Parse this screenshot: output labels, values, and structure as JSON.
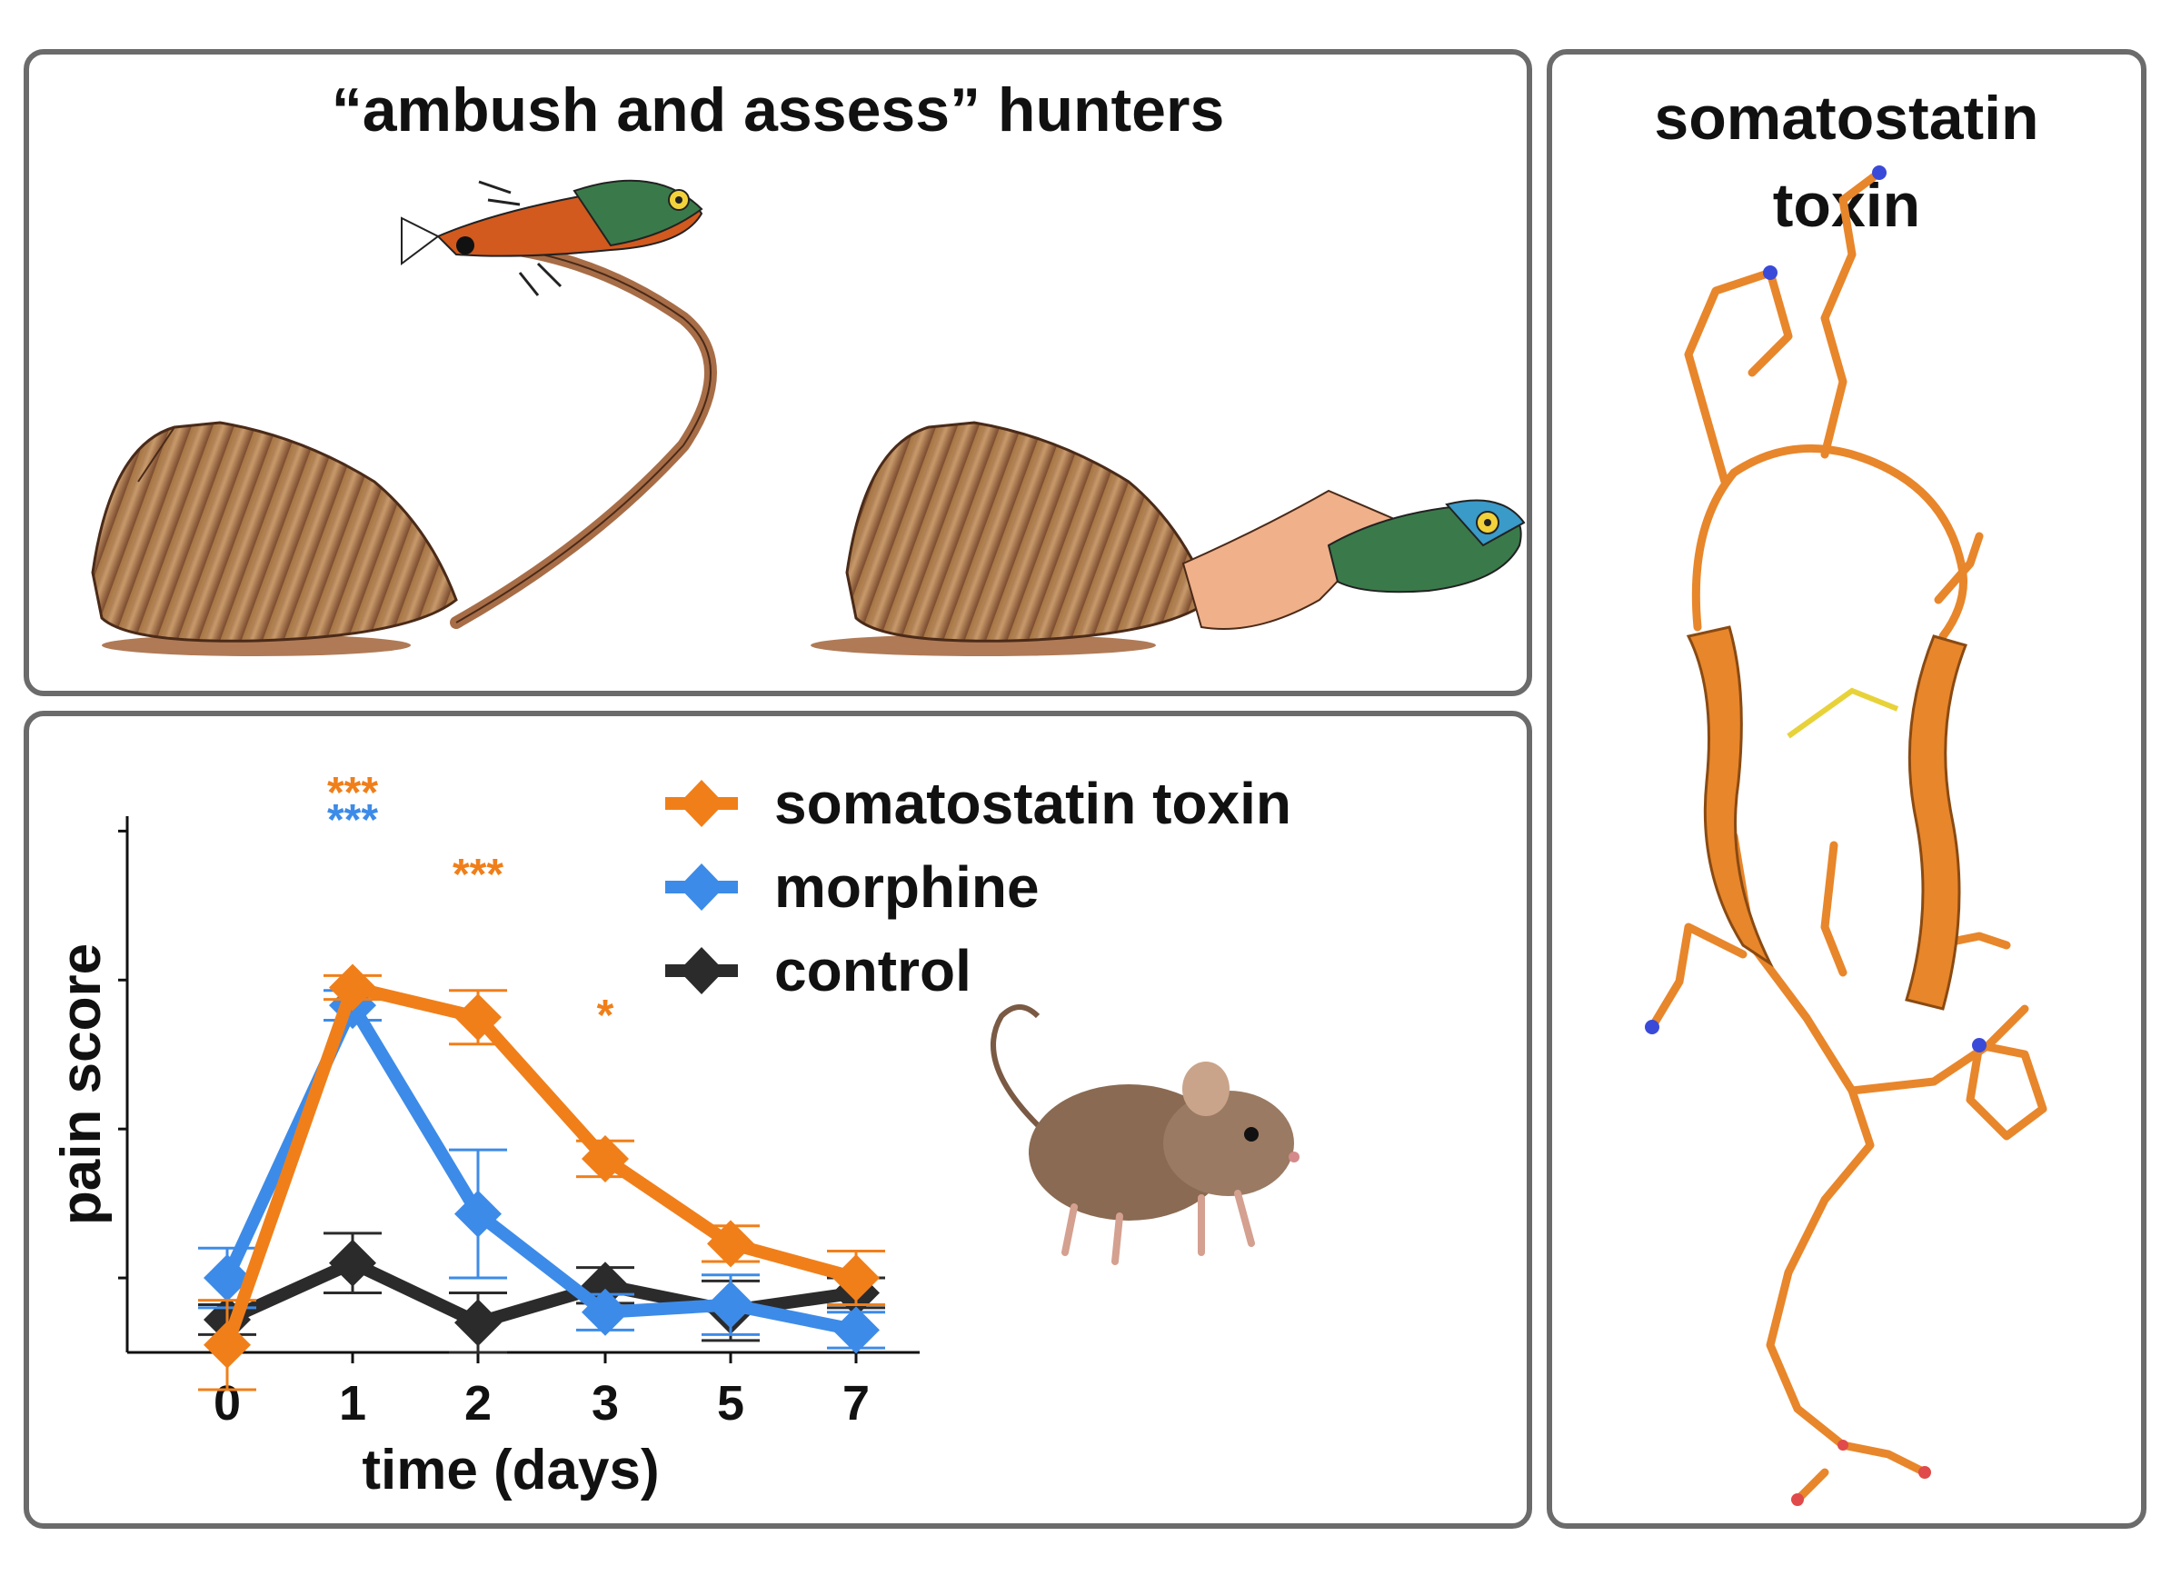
{
  "hunters_panel": {
    "title": "“ambush and assess” hunters"
  },
  "toxin_panel": {
    "title_line1": "somatostatin",
    "title_line2": "toxin"
  },
  "colors": {
    "toxin": "#f07f1a",
    "morphine": "#3d8be8",
    "control": "#2b2b2b",
    "ribbon": "#e8862b",
    "panel_border": "#6b6b6b"
  },
  "chart_data": {
    "type": "line",
    "xlabel": "time (days)",
    "ylabel": "pain score",
    "categories": [
      "0",
      "1",
      "2",
      "3",
      "5",
      "7"
    ],
    "ylim": [
      0,
      3.6
    ],
    "series": [
      {
        "name": "somatostatin toxin",
        "values": [
          0.05,
          2.45,
          2.25,
          1.3,
          0.73,
          0.5
        ],
        "errors": [
          0.3,
          0.08,
          0.18,
          0.12,
          0.12,
          0.18
        ],
        "significance": [
          "",
          "***",
          "***",
          "*",
          "",
          ""
        ]
      },
      {
        "name": "morphine",
        "values": [
          0.5,
          2.33,
          0.93,
          0.27,
          0.32,
          0.15
        ],
        "errors": [
          0.2,
          0.1,
          0.43,
          0.12,
          0.2,
          0.12
        ],
        "significance": [
          "",
          "***",
          "",
          "",
          "",
          ""
        ]
      },
      {
        "name": "control",
        "values": [
          0.22,
          0.6,
          0.2,
          0.45,
          0.28,
          0.4
        ],
        "errors": [
          0.1,
          0.2,
          0.2,
          0.12,
          0.2,
          0.1
        ],
        "significance": [
          "",
          "",
          "",
          "",
          "",
          ""
        ]
      }
    ]
  }
}
